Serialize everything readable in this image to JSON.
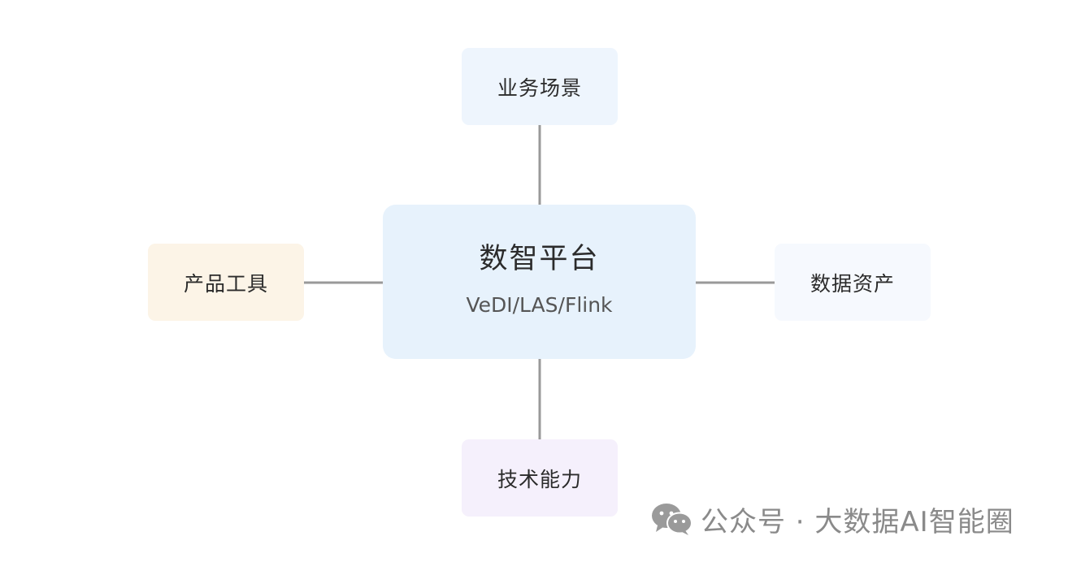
{
  "diagram": {
    "center": {
      "title": "数智平台",
      "subtitle": "VeDI/LAS/Flink"
    },
    "nodes": {
      "top": "业务场景",
      "left": "产品工具",
      "right": "数据资产",
      "bottom": "技术能力"
    }
  },
  "watermark": {
    "text": "公众号 · 大数据AI智能圈",
    "icon": "wechat-icon"
  },
  "colors": {
    "connector": "#999999",
    "center_fill": "#e7f2fc",
    "top_fill": "#eef5fd",
    "left_fill": "#fcf4e7",
    "right_fill": "#f6f9fe",
    "bottom_fill": "#f5f0fc"
  }
}
